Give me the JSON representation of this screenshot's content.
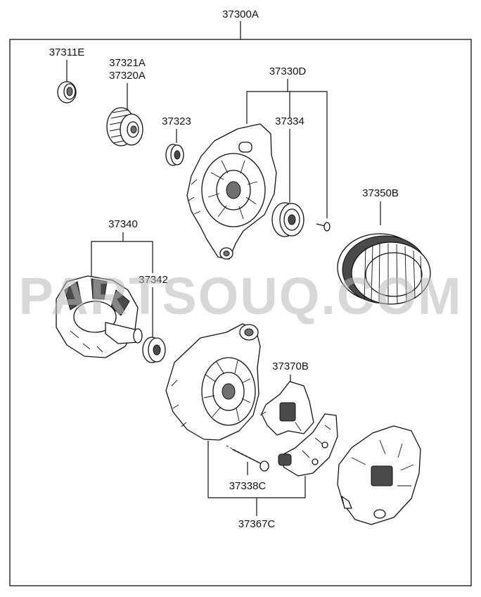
{
  "assembly_label": "37300A",
  "watermark": "PARTSOUQ.COM",
  "parts": {
    "p37311E": "37311E",
    "p37321A": "37321A",
    "p37320A": "37320A",
    "p37323": "37323",
    "p37330D": "37330D",
    "p37334": "37334",
    "p37350B": "37350B",
    "p37340": "37340",
    "p37342": "37342",
    "p37370B": "37370B",
    "p37338C": "37338C",
    "p37367C": "37367C"
  }
}
